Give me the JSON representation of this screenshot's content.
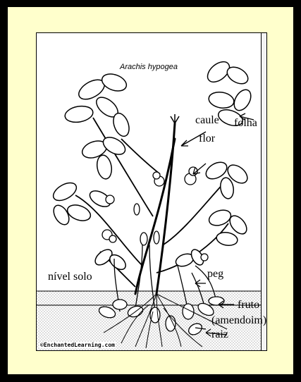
{
  "diagram": {
    "title": "Arachis hypogea",
    "credit": "©EnchantedLearning.com",
    "labels": {
      "caule": "caule",
      "folha": "folha",
      "flor": "flor",
      "nivel_solo": "nível solo",
      "peg": "peg",
      "fruto": "fruto",
      "amendoim": "(amendoim)",
      "raiz": "raiz"
    }
  },
  "colors": {
    "outer_border": "#000000",
    "background": "#ffffcc",
    "card": "#ffffff",
    "soil": "#d9d9d9",
    "ink": "#000000"
  }
}
